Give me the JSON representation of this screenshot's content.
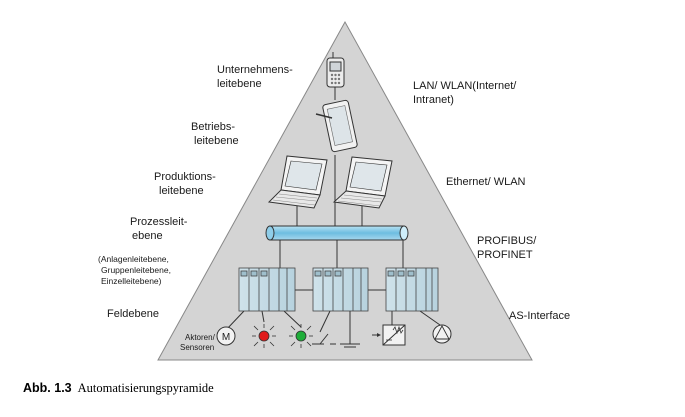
{
  "left_levels": {
    "unternehmen": [
      "Unternehmens-",
      "leitebene"
    ],
    "betrieb": [
      "Betriebs-",
      "leitebene"
    ],
    "produktion": [
      "Produktions-",
      "leitebene"
    ],
    "prozess": [
      "Prozessleit-",
      "ebene"
    ],
    "prozess_sub": [
      "(Anlagenleitebene,",
      "Gruppenleitebene,",
      "Einzelleitebene)"
    ],
    "feld": "Feldebene"
  },
  "right_networks": {
    "lan": [
      "LAN/ WLAN(Internet/",
      "Intranet)"
    ],
    "ethernet": "Ethernet/ WLAN",
    "profibus": [
      "PROFIBUS/",
      "PROFINET"
    ],
    "as_interface": "AS-Interface"
  },
  "field_devices": {
    "aktoren": [
      "Aktoren/",
      "Sensoren"
    ],
    "motor_symbol": "M"
  },
  "colors": {
    "pyramid_fill": "#d4d4d4",
    "bus": "#7fc6e4",
    "rack": "#c8dde6",
    "led_red": "#e01a1a",
    "led_green": "#1fae3a"
  },
  "caption": {
    "number": "Abb. 1.3",
    "text": "Automatisierungspyramide"
  }
}
